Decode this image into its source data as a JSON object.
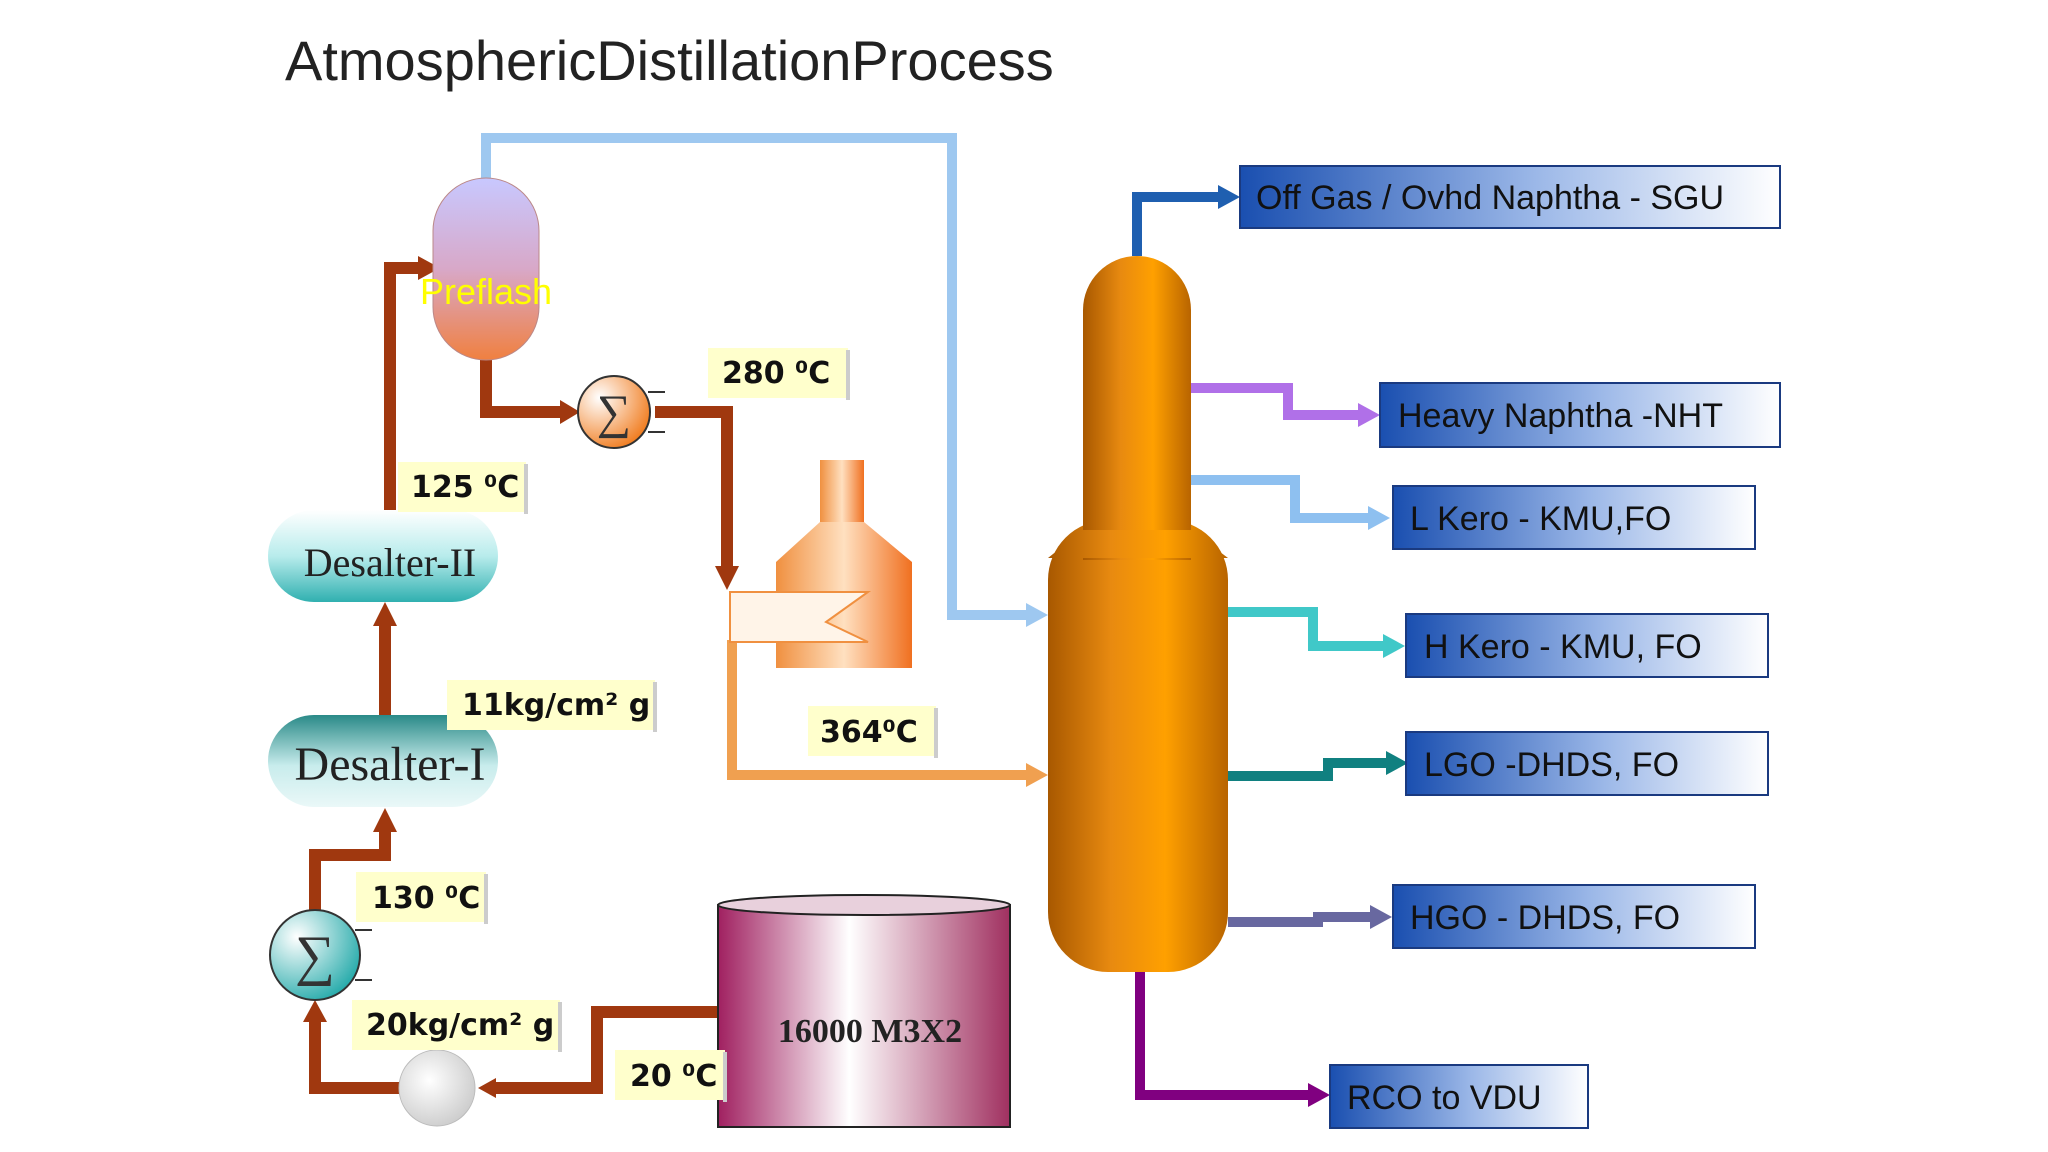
{
  "title": "AtmosphericDistillationProcess",
  "preflash_label": "Preflash",
  "tank_label": "16000 M3X2",
  "desalter1_label": "Desalter-I",
  "desalter2_label": "Desalter-II",
  "labels": {
    "t280": "280  ⁰C",
    "t125": "125 ⁰C",
    "p11": "11kg/cm² g",
    "t364": "364⁰C",
    "t130": "130 ⁰C",
    "p20": "20kg/cm² g",
    "t20": "20 ⁰C"
  },
  "products": [
    {
      "label": "Off Gas / Ovhd Naphtha - SGU",
      "color": "#1f5fb0"
    },
    {
      "label": "Heavy Naphtha -NHT",
      "color": "#b070e8"
    },
    {
      "label": "L Kero - KMU,FO",
      "color": "#8ec0f0"
    },
    {
      "label": "H Kero - KMU, FO",
      "color": "#40c8c8"
    },
    {
      "label": "LGO -DHDS, FO",
      "color": "#108080"
    },
    {
      "label": "HGO - DHDS, FO",
      "color": "#6868a0"
    },
    {
      "label": "RCO to VDU",
      "color": "#800080"
    }
  ],
  "colors": {
    "feed": "#a0380f",
    "overhead": "#9ec8f0",
    "furnace_out": "#f0a050",
    "column": "#f08c10"
  }
}
